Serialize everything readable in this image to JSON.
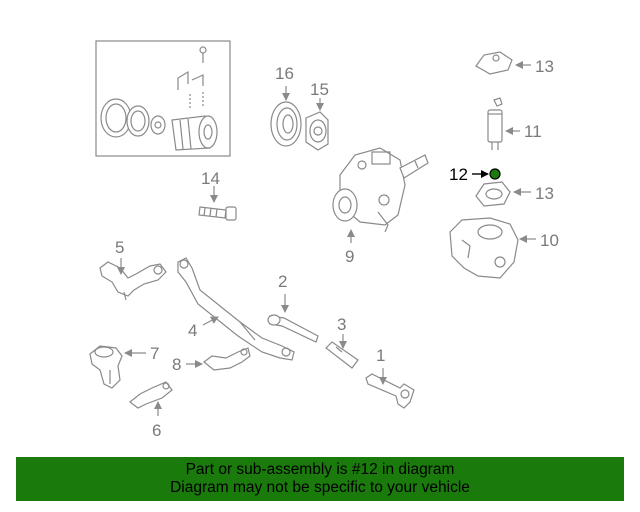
{
  "callouts": {
    "c1": "1",
    "c2": "2",
    "c3": "3",
    "c4": "4",
    "c5": "5",
    "c6": "6",
    "c7": "7",
    "c8": "8",
    "c9": "9",
    "c10": "10",
    "c11": "11",
    "c12": "12",
    "c13a": "13",
    "c13b": "13",
    "c14": "14",
    "c15": "15",
    "c16": "16"
  },
  "highlighted_part": "12",
  "banner": {
    "line1": "Part or sub-assembly is #12 in diagram",
    "line2": "Diagram may not be specific to your vehicle"
  },
  "colors": {
    "banner_bg": "#1a7a0c",
    "highlight_part": "#1a7a0c",
    "line_art": "#8a8a8a"
  }
}
